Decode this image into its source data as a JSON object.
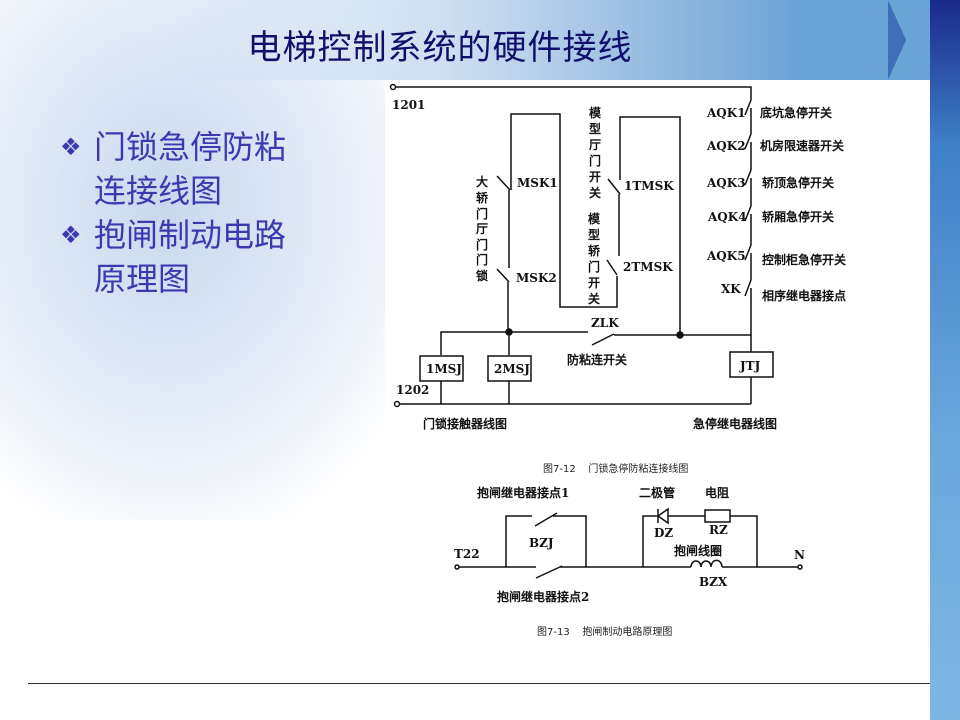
{
  "title": "电梯控制系统的硬件接线",
  "bullets": [
    {
      "icon": "diamond-bullet-icon",
      "line1": "门锁急停防粘",
      "line2": "连接线图"
    },
    {
      "icon": "diamond-bullet-icon",
      "line1": "抱闸制动电路",
      "line2": "原理图"
    }
  ],
  "fig1": {
    "term_top": "1201",
    "term_bottom": "1202",
    "switches_right": [
      {
        "id": "AQK1",
        "desc": "底坑急停开关"
      },
      {
        "id": "AQK2",
        "desc": "机房限速器开关"
      },
      {
        "id": "AQK3",
        "desc": "轿顶急停开关"
      },
      {
        "id": "AQK4",
        "desc": "轿厢急停开关"
      },
      {
        "id": "AQK5",
        "desc": "控制柜急停开关"
      },
      {
        "id": "XK",
        "desc": "相序继电器接点"
      }
    ],
    "msk1": "MSK1",
    "msk2": "MSK2",
    "tmsk1": "1TMSK",
    "tmsk2": "2TMSK",
    "door_lock_label": [
      "大",
      "轿",
      "门",
      "厅",
      "门",
      "门",
      "锁"
    ],
    "hall_door_label": [
      "模",
      "型",
      "厅",
      "门",
      "开",
      "关"
    ],
    "car_door_label": [
      "模",
      "型",
      "轿",
      "门",
      "开",
      "关"
    ],
    "zlk": "ZLK",
    "zlk_desc": "防粘连开关",
    "coil1": "1MSJ",
    "coil2": "2MSJ",
    "coil3": "JTJ",
    "coil_left_desc": "门锁接触器线图",
    "coil_right_desc": "急停继电器线图",
    "caption": "图7-12    门锁急停防粘连接线图"
  },
  "fig2": {
    "contact1": "抱闸继电器接点1",
    "contact2": "抱闸继电器接点2",
    "relay": "BZJ",
    "t22": "T22",
    "n": "N",
    "diode": "二极管",
    "resistor": "电阻",
    "dz": "DZ",
    "rz": "RZ",
    "coil": "抱闸线圈",
    "bzx": "BZX",
    "caption": "图7-13    抱闸制动电路原理图"
  }
}
